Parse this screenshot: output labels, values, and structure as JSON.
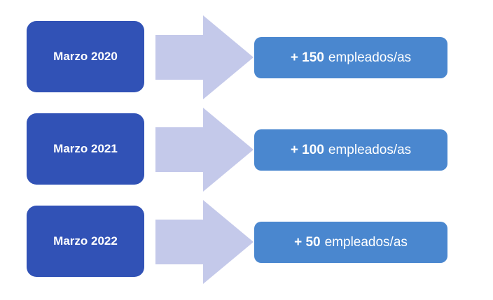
{
  "colors": {
    "date_box": "#3152b6",
    "arrow": "#c4c9ea",
    "result_box": "#4a87cf",
    "text": "#ffffff"
  },
  "rows": [
    {
      "date": "Marzo 2020",
      "count": "+ 150",
      "unit": "empleados/as"
    },
    {
      "date": "Marzo 2021",
      "count": "+ 100",
      "unit": "empleados/as"
    },
    {
      "date": "Marzo 2022",
      "count": "+ 50",
      "unit": "empleados/as"
    }
  ]
}
